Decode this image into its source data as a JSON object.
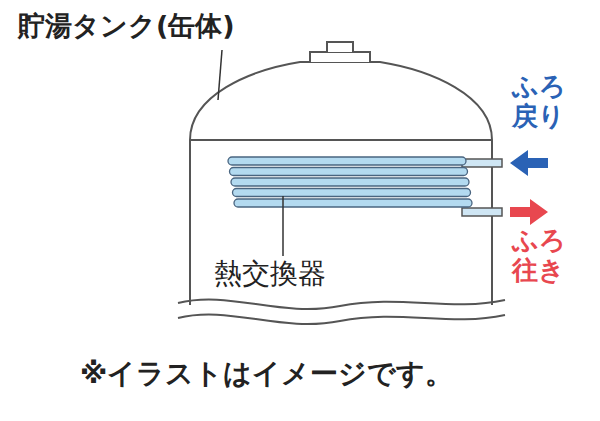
{
  "diagram": {
    "labels": [
      "貯湯タンク(缶体)",
      "ふろ 戻り",
      "ふろ 往き",
      "熱交換器",
      "※イラストはイメージです。"
    ]
  }
}
